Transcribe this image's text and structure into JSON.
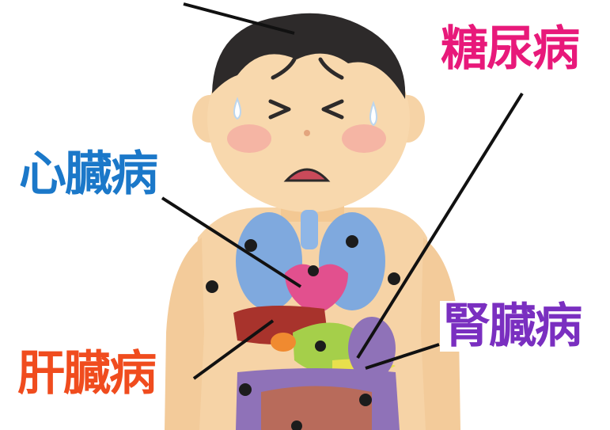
{
  "labels": {
    "diabetes": "糖尿病",
    "heart": "心臓病",
    "liver": "肝臓病",
    "kidney": "腎臓病"
  },
  "colors": {
    "diabetes": "#e8197a",
    "heart": "#1b78c9",
    "liver": "#f04c1e",
    "kidney": "#7a2fc0",
    "skin": "#f6d3a6",
    "hair": "#2d2a2a",
    "lungs": "#7fa9de",
    "heart_organ": "#e2508e",
    "liver_organ": "#a8332c",
    "stomach": "#a5cf4a",
    "intestine": "#8f72b8",
    "germ": "#1c1c1c",
    "leader_line": "#111111"
  }
}
